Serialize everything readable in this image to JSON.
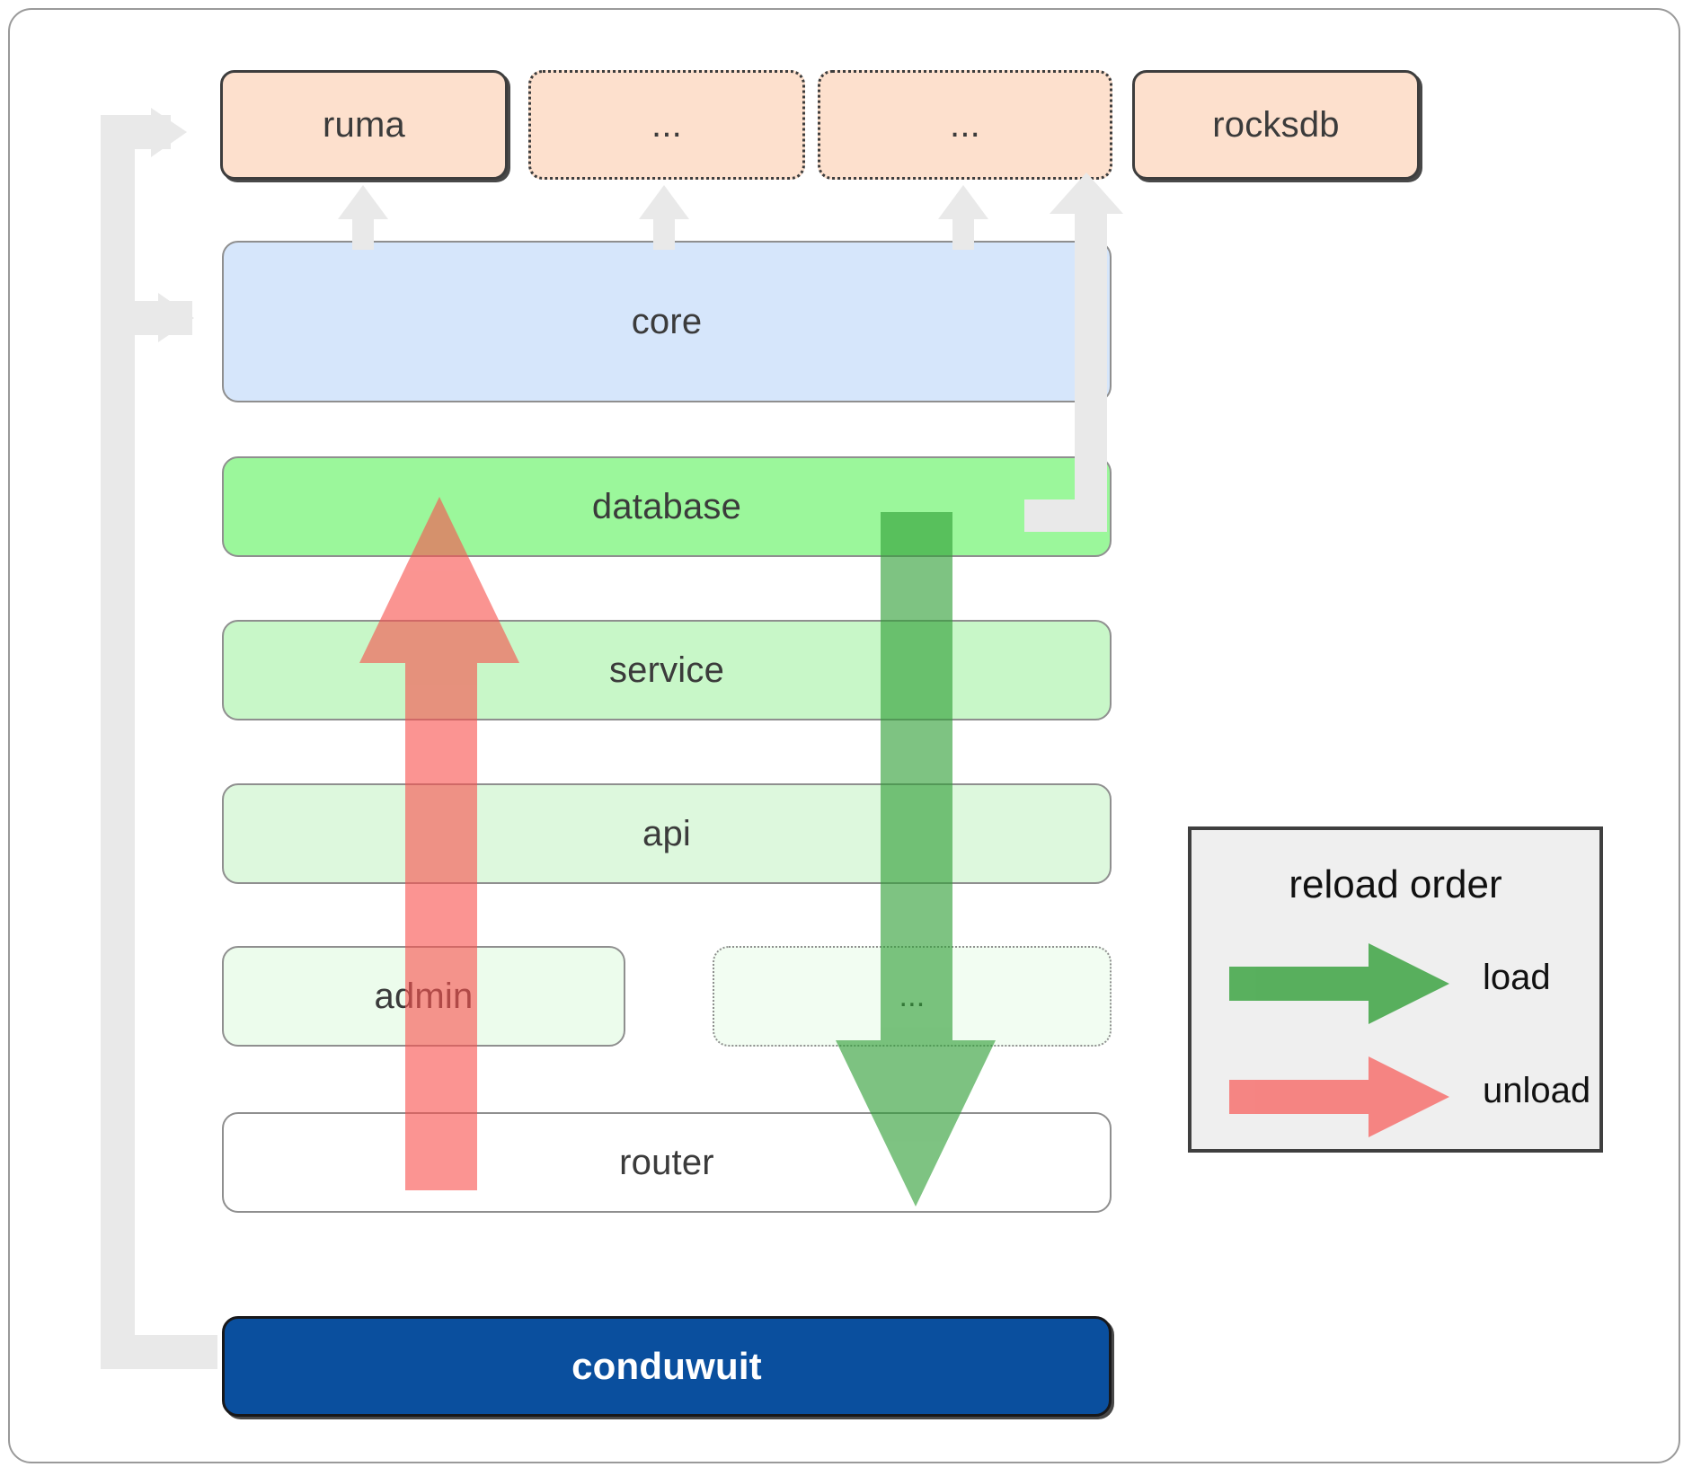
{
  "diagram": {
    "title": "conduwuit module / reload order architecture",
    "colors": {
      "orange_fill": "#fde0cd",
      "core_fill": "#d6e6fb",
      "database_fill": "#9bf79b",
      "service_fill": "#c8f7c8",
      "api_fill": "#ddf8dd",
      "admin_fill": "#ecfcec",
      "router_fill": "#ffffff",
      "conduwuit_fill": "#0a4f9e",
      "load_arrow": "#4caf50",
      "unload_arrow": "#f8827f",
      "connector_gray": "#e8e8e8",
      "legend_bg": "#efefef",
      "legend_border": "#3f3f3f"
    },
    "top_row": [
      {
        "label": "ruma",
        "style": "solid"
      },
      {
        "label": "...",
        "style": "dotted"
      },
      {
        "label": "...",
        "style": "dotted"
      },
      {
        "label": "rocksdb",
        "style": "solid"
      }
    ],
    "core": {
      "label": "core"
    },
    "layers": [
      {
        "label": "database",
        "style": "solid",
        "fill": "#9bf79b"
      },
      {
        "label": "service",
        "style": "solid",
        "fill": "#c8f7c8"
      },
      {
        "label": "api",
        "style": "solid",
        "fill": "#ddf8dd"
      },
      {
        "label": "admin",
        "style": "solid",
        "fill": "#ecfcec"
      },
      {
        "label": "...",
        "style": "dotted",
        "fill": "#f2fdf2"
      },
      {
        "label": "router",
        "style": "solid",
        "fill": "#ffffff"
      }
    ],
    "bottom": {
      "label": "conduwuit"
    },
    "legend": {
      "title": "reload order",
      "items": [
        {
          "label": "load",
          "color": "#4caf50",
          "direction": "down"
        },
        {
          "label": "unload",
          "color": "#f8827f",
          "direction": "up"
        }
      ]
    }
  }
}
